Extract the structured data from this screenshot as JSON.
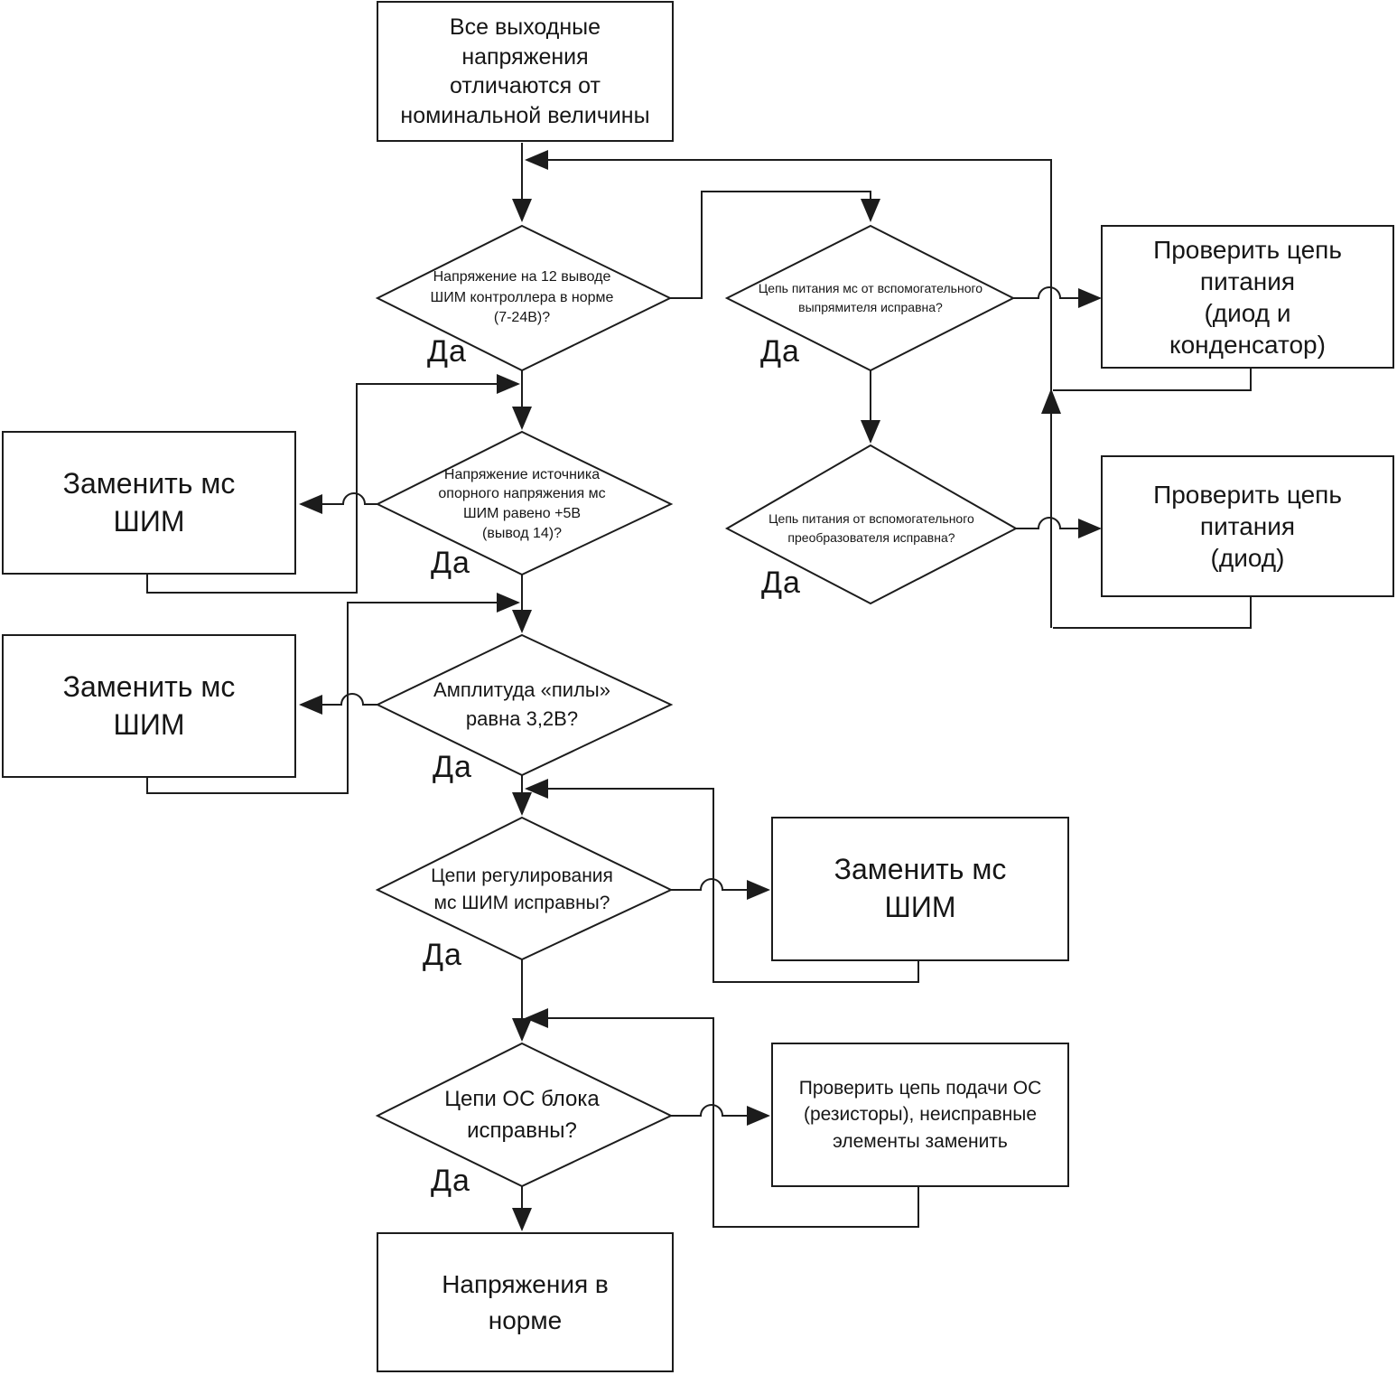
{
  "nodes": {
    "start": {
      "type": "process",
      "text": "Все выходные\nнапряжения\nотличаются от\nноминальной величины"
    },
    "q_pin12_voltage": {
      "type": "decision",
      "text": "Напряжение на 12 выводе\nШИМ контроллера в норме\n(7-24В)?"
    },
    "q_aux_rectifier_supply": {
      "type": "decision",
      "text": "Цепь питания мс от вспомогательного\nвыпрямителя исправна?"
    },
    "check_supply_diode_cap": {
      "type": "process",
      "text": "Проверить цепь\nпитания\n(диод и\nконденсатор)"
    },
    "replace_pwm_1": {
      "type": "process",
      "text": "Заменить мс\nШИМ"
    },
    "q_ref_voltage_5v": {
      "type": "decision",
      "text": "Напряжение источника\nопорного напряжения мс\nШИМ равено +5В\n(вывод 14)?"
    },
    "q_aux_converter_supply": {
      "type": "decision",
      "text": "Цепь питания от вспомогательного\nпреобразователя исправна?"
    },
    "check_supply_diode": {
      "type": "process",
      "text": "Проверить цепь\nпитания\n(диод)"
    },
    "replace_pwm_2": {
      "type": "process",
      "text": "Заменить мс\nШИМ"
    },
    "q_saw_amplitude": {
      "type": "decision",
      "text": "Амплитуда «пилы»\nравна 3,2В?"
    },
    "q_regulation_circuits": {
      "type": "decision",
      "text": "Цепи регулирования\nмс ШИМ исправны?"
    },
    "replace_pwm_3": {
      "type": "process",
      "text": "Заменить мс\nШИМ"
    },
    "q_feedback_circuits": {
      "type": "decision",
      "text": "Цепи ОС блока\nисправны?"
    },
    "check_feedback_circuit": {
      "type": "process",
      "text": "Проверить цепь подачи ОС\n(резисторы), неисправные\nэлементы заменить"
    },
    "end": {
      "type": "process",
      "text": "Напряжения в\nнорме"
    }
  },
  "edge_labels": {
    "yes": "Да"
  },
  "colors": {
    "line": "#1c1c1c",
    "shape_fill": "#ffffff",
    "text": "#161616",
    "background": "#ffffff"
  }
}
